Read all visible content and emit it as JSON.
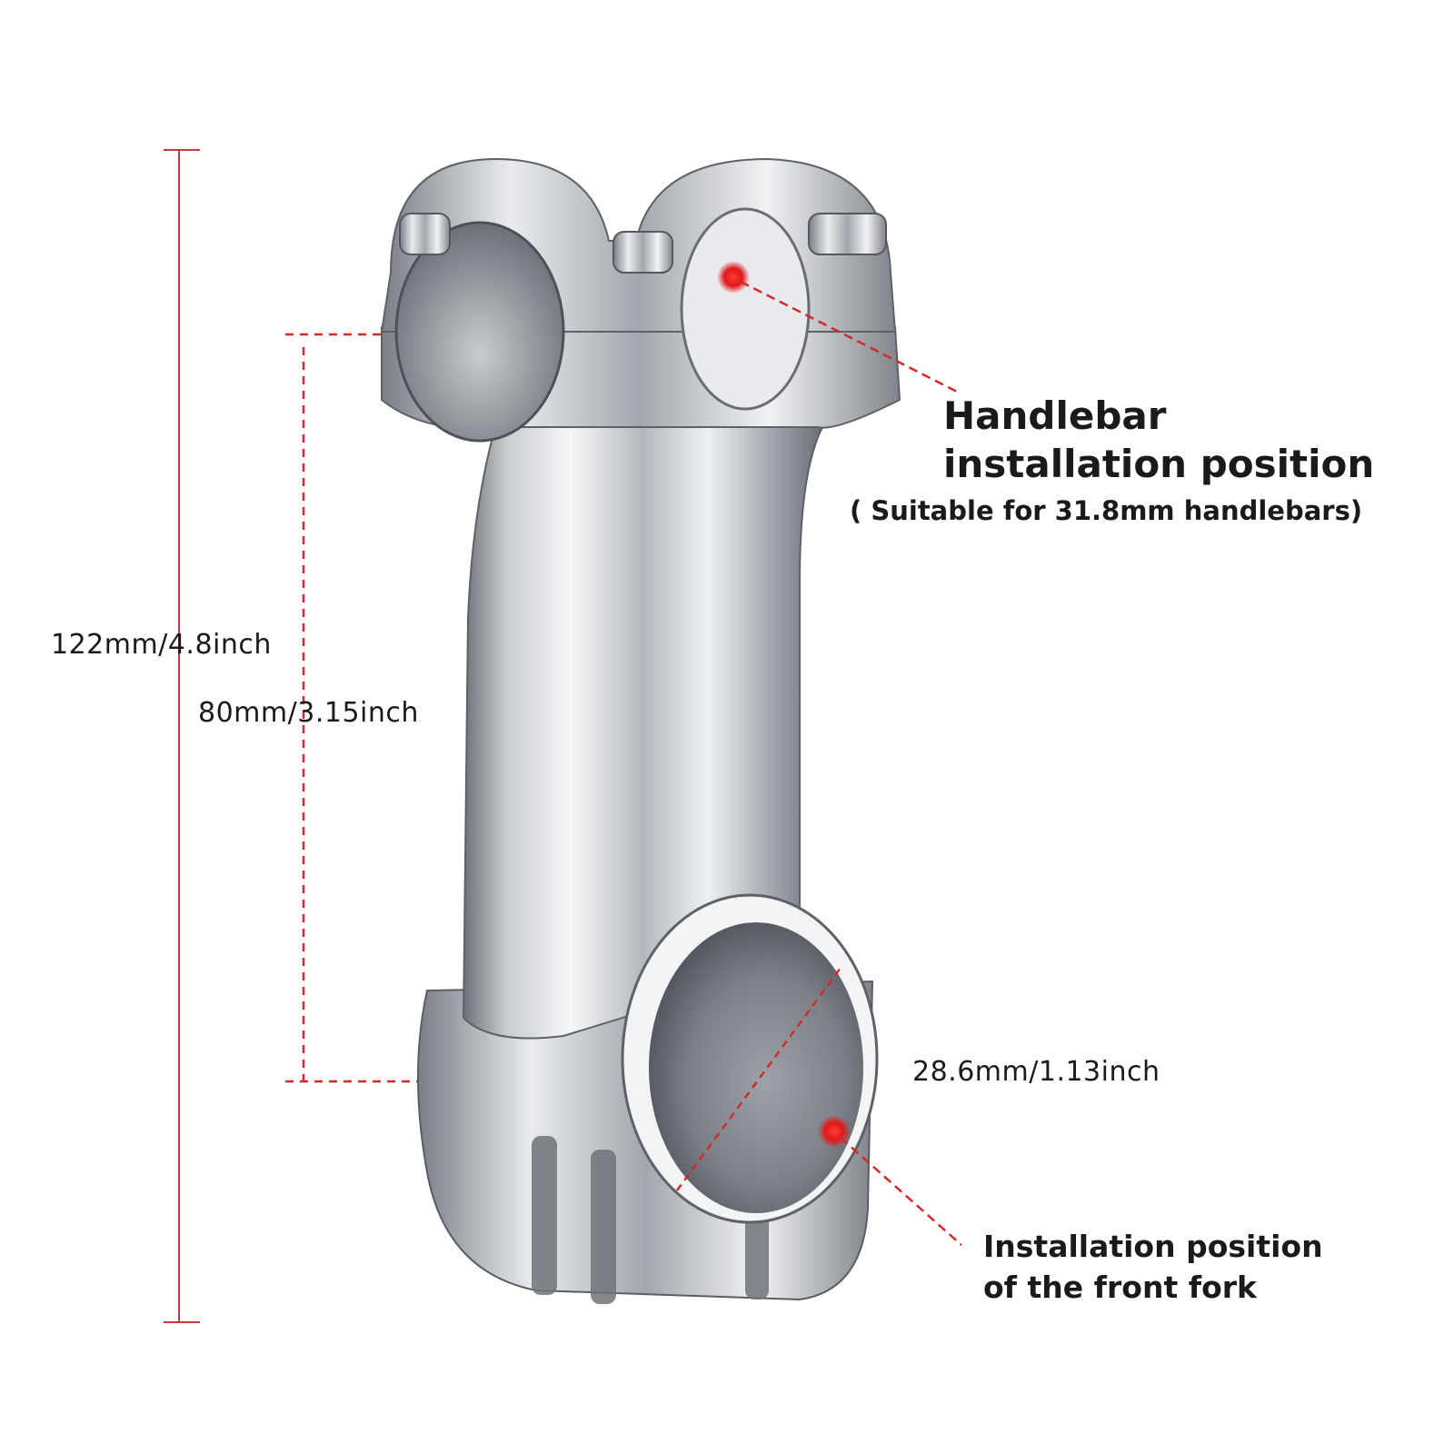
{
  "dimensions": {
    "total_height": "122mm/4.8inch",
    "center_to_center": "80mm/3.15inch",
    "steerer_diameter": "28.6mm/1.13inch"
  },
  "callouts": {
    "handlebar_line1": "Handlebar",
    "handlebar_line2": "installation position",
    "handlebar_note": "( Suitable for 31.8mm handlebars)",
    "fork_line1": "Installation position",
    "fork_line2": "of the front fork"
  },
  "colors": {
    "accent": "#d42a2a",
    "dim_line": "#c33a3a",
    "metal_light": "#f2f3f5",
    "metal_mid": "#b9bcc2",
    "metal_dark": "#5d6168"
  }
}
